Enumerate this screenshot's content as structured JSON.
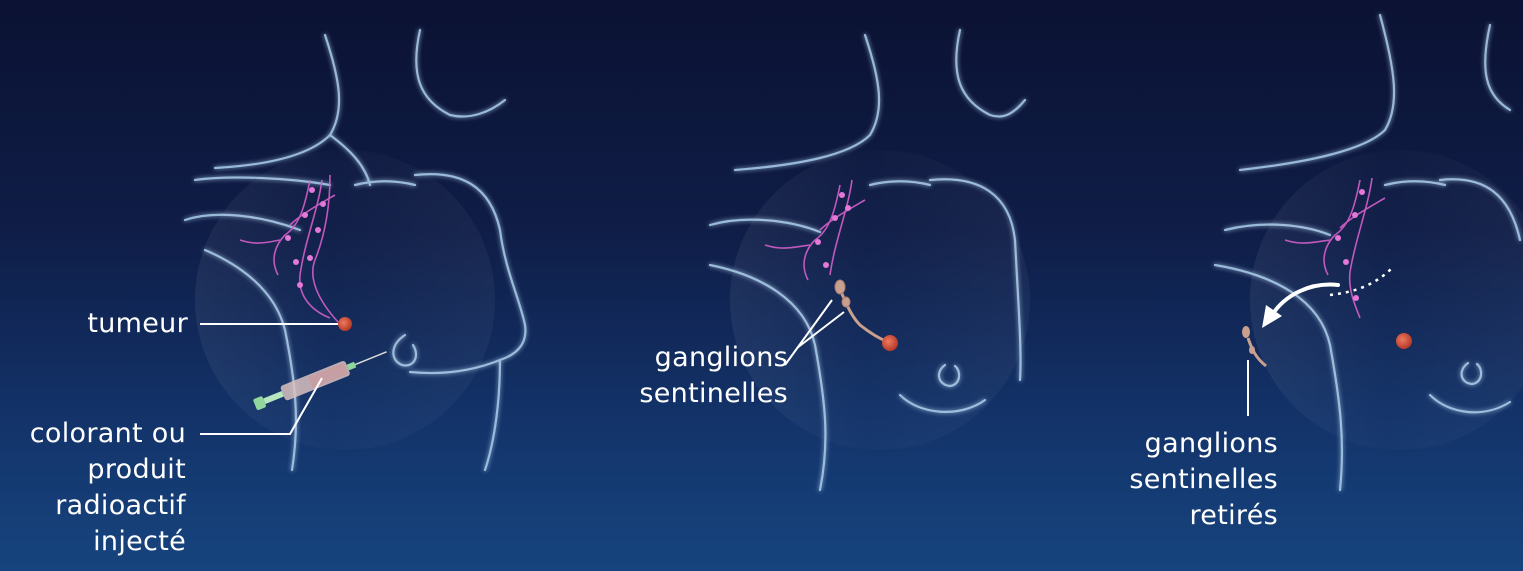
{
  "labels": {
    "tumor": "tumeur",
    "injection": [
      "colorant ou",
      "produit",
      "radioactif",
      "injecté"
    ],
    "sentinel": [
      "ganglions",
      "sentinelles"
    ],
    "removed": [
      "ganglions",
      "sentinelles",
      "retirés"
    ]
  },
  "colors": {
    "background_top": "#0b1233",
    "background_bottom": "#17447e",
    "outline": "#9fc3e6",
    "lymph": "#d45fc9",
    "tumor": "#d9543f",
    "node": "#c9a08e"
  }
}
